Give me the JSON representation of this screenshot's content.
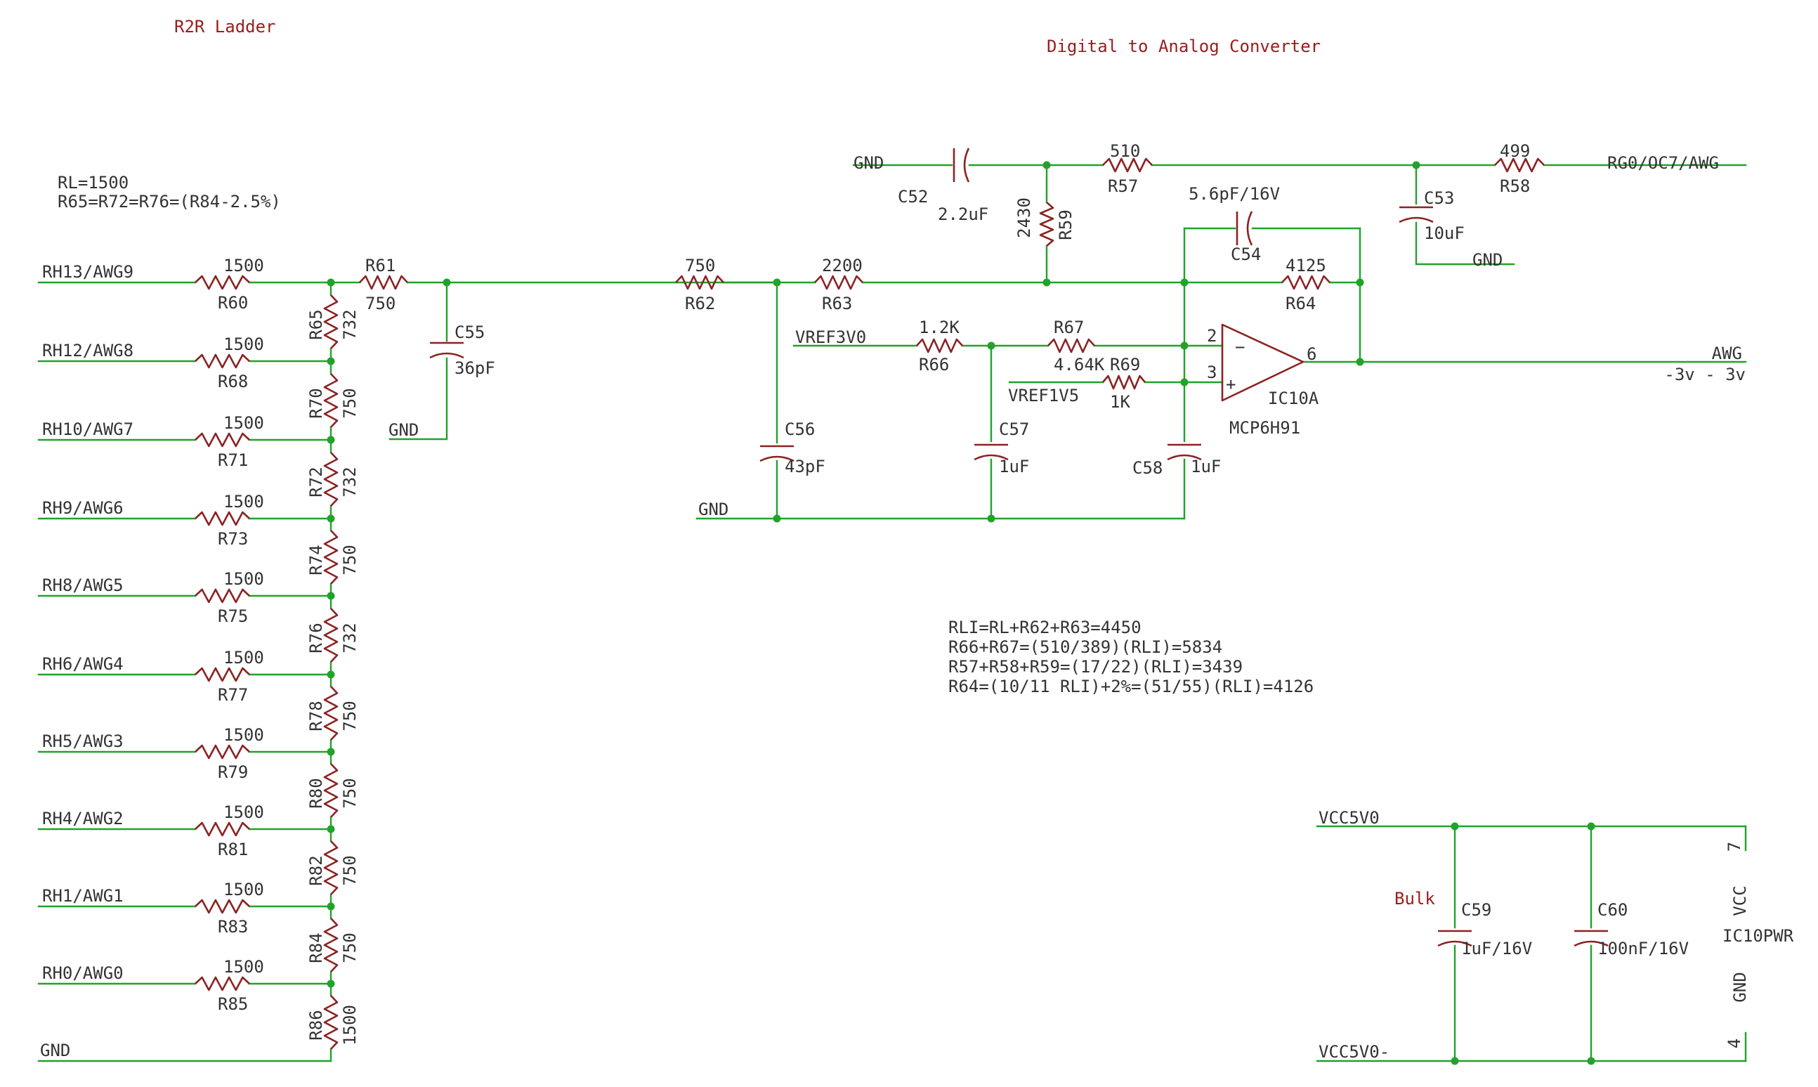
{
  "titles": {
    "r2r_ladder": "R2R Ladder",
    "dac": "Digital to Analog Converter"
  },
  "notes": {
    "rl": "RL=1500",
    "ratio": "R65=R72=R76=(R84-2.5%)",
    "eq": [
      "RLI=RL+R62+R63=4450",
      "R66+R67=(510/389)(RLI)=5834",
      "R57+R58+R59=(17/22)(RLI)=3439",
      "R64=(10/11 RLI)+2%=(51/55)(RLI)=4126"
    ]
  },
  "ladder": {
    "inputs": [
      {
        "net": "RH13/AWG9",
        "ref": "R60",
        "value": "1500"
      },
      {
        "net": "RH12/AWG8",
        "ref": "R68",
        "value": "1500"
      },
      {
        "net": "RH10/AWG7",
        "ref": "R71",
        "value": "1500"
      },
      {
        "net": "RH9/AWG6",
        "ref": "R73",
        "value": "1500"
      },
      {
        "net": "RH8/AWG5",
        "ref": "R75",
        "value": "1500"
      },
      {
        "net": "RH6/AWG4",
        "ref": "R77",
        "value": "1500"
      },
      {
        "net": "RH5/AWG3",
        "ref": "R79",
        "value": "1500"
      },
      {
        "net": "RH4/AWG2",
        "ref": "R81",
        "value": "1500"
      },
      {
        "net": "RH1/AWG1",
        "ref": "R83",
        "value": "1500"
      },
      {
        "net": "RH0/AWG0",
        "ref": "R85",
        "value": "1500"
      }
    ],
    "series": [
      {
        "ref": "R65",
        "value": "732"
      },
      {
        "ref": "R70",
        "value": "750"
      },
      {
        "ref": "R72",
        "value": "732"
      },
      {
        "ref": "R74",
        "value": "750"
      },
      {
        "ref": "R76",
        "value": "732"
      },
      {
        "ref": "R78",
        "value": "750"
      },
      {
        "ref": "R80",
        "value": "750"
      },
      {
        "ref": "R82",
        "value": "750"
      },
      {
        "ref": "R84",
        "value": "750"
      },
      {
        "ref": "R86",
        "value": "1500"
      }
    ],
    "gnd": "GND"
  },
  "parts": {
    "r61": {
      "ref": "R61",
      "value": "750"
    },
    "c55": {
      "ref": "C55",
      "value": "36pF"
    },
    "gnd_c55": "GND",
    "r62": {
      "ref": "R62",
      "value": "750"
    },
    "r63": {
      "ref": "R63",
      "value": "2200"
    },
    "c56": {
      "ref": "C56",
      "value": "43pF"
    },
    "gnd_bottom": "GND",
    "vref3": "VREF3V0",
    "r66": {
      "ref": "R66",
      "value": "1.2K"
    },
    "r67": {
      "ref": "R67",
      "value": "4.64K"
    },
    "vref1": "VREF1V5",
    "r69": {
      "ref": "R69",
      "value": "1K"
    },
    "c57": {
      "ref": "C57",
      "value": "1uF"
    },
    "c58": {
      "ref": "C58",
      "value": "1uF"
    },
    "opamp": {
      "ref": "IC10A",
      "part": "MCP6H91",
      "pin_inv": "2",
      "pin_noninv": "3",
      "pin_out": "6",
      "minus": "−",
      "plus": "+"
    },
    "r64": {
      "ref": "R64",
      "value": "4125"
    },
    "c54": {
      "ref": "C54",
      "value": "5.6pF/16V"
    },
    "gnd_top": "GND",
    "c52": {
      "ref": "C52",
      "value": "2.2uF"
    },
    "r57": {
      "ref": "R57",
      "value": "510"
    },
    "r59": {
      "ref": "R59",
      "value": "2430"
    },
    "c53": {
      "ref": "C53",
      "value": "10uF"
    },
    "gnd_c53": "GND",
    "r58": {
      "ref": "R58",
      "value": "499"
    },
    "rg0": "RG0/OC7/AWG",
    "awg": "AWG",
    "awg_range": "-3v - 3v"
  },
  "power": {
    "vcc": "VCC5V0",
    "vcc_neg": "VCC5V0-",
    "bulk": "Bulk",
    "c59": {
      "ref": "C59",
      "value": "1uF/16V"
    },
    "c60": {
      "ref": "C60",
      "value": "100nF/16V"
    },
    "ic_ref": "IC10PWR",
    "pin_vcc_name": "VCC",
    "pin_vcc_num": "7",
    "pin_gnd_name": "GND",
    "pin_gnd_num": "4"
  },
  "colors": {
    "wire": "#22a22a",
    "part": "#8b2323",
    "text": "#333333",
    "title": "#9b1c1c"
  }
}
